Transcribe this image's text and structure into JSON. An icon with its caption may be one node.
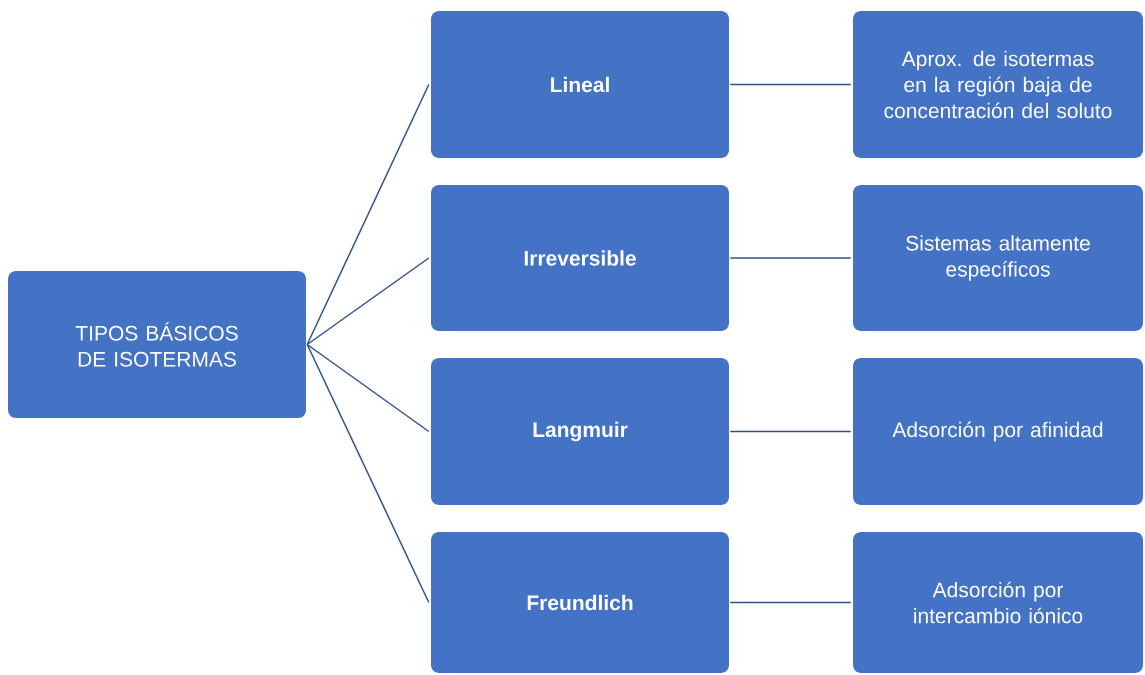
{
  "diagram": {
    "nodes": [
      {
        "text": [
          "TIPOS BÁSICOS DE ISOTERMAS"
        ]
      },
      {
        "text": [
          "Lineal"
        ]
      },
      {
        "text": [
          "Irreversible"
        ]
      },
      {
        "text": [
          "Langmuir"
        ]
      },
      {
        "text": [
          "Freundlich"
        ]
      },
      {
        "text": [
          "Aprox. de isotermas en la región baja de concentración del soluto"
        ]
      },
      {
        "text": [
          "Sistemas altamente específicos"
        ]
      },
      {
        "text": [
          "Adsorción por afinidad"
        ]
      },
      {
        "text": [
          "Adsorción por intercambio iónico"
        ]
      }
    ],
    "edges": [
      {
        "from": 0,
        "to": 1,
        "arrow": "none"
      },
      {
        "from": 0,
        "to": 2,
        "arrow": "none"
      },
      {
        "from": 0,
        "to": 3,
        "arrow": "none"
      },
      {
        "from": 0,
        "to": 4,
        "arrow": "none"
      },
      {
        "from": 1,
        "to": 5,
        "arrow": "none"
      },
      {
        "from": 2,
        "to": 6,
        "arrow": "none"
      },
      {
        "from": 3,
        "to": 7,
        "arrow": "none"
      },
      {
        "from": 4,
        "to": 8,
        "arrow": "none"
      }
    ]
  }
}
